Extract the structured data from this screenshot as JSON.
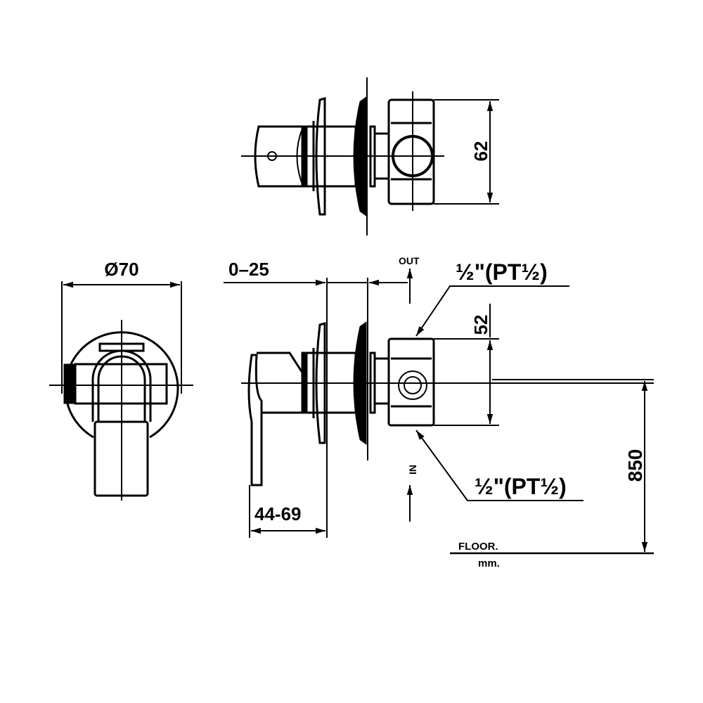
{
  "labels": {
    "top_height": "62",
    "diameter": "Ø70",
    "wall_range": "0–25",
    "lever_range": "44-69",
    "side_height": "52",
    "floor_height": "850",
    "out": "OUT",
    "in": "IN",
    "thread_out": "½\"(PT½)",
    "thread_in": "½\"(PT½)",
    "floor": "FLOOR.",
    "unit": "mm."
  },
  "colors": {
    "line": "#000000",
    "background": "#ffffff"
  }
}
